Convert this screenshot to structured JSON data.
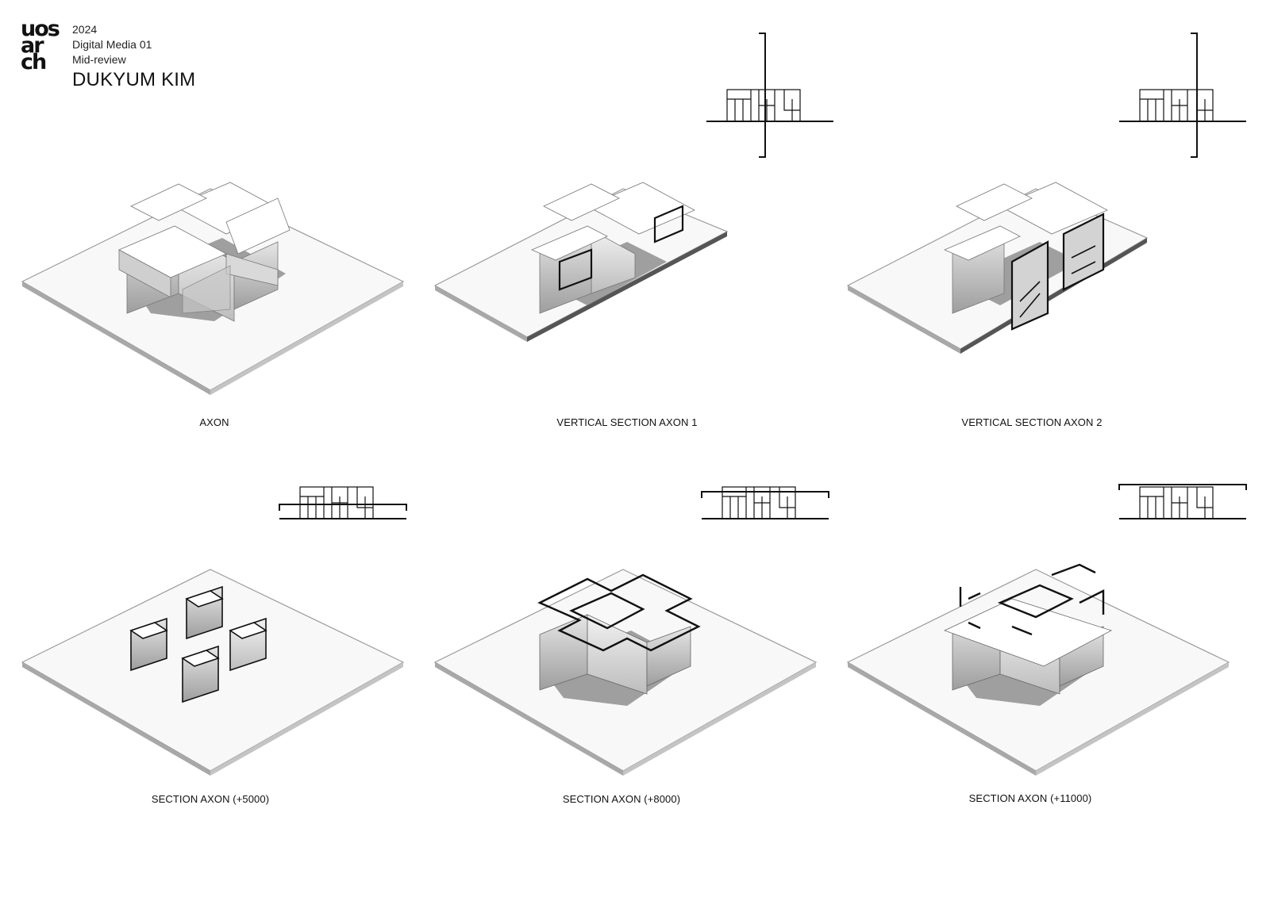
{
  "header": {
    "logo_lines": [
      "uos",
      "ar",
      "ch"
    ],
    "year": "2024",
    "course": "Digital Media 01",
    "review": "Mid-review",
    "author": "DUKYUM KIM"
  },
  "panels": [
    {
      "id": "axon",
      "caption": "AXON"
    },
    {
      "id": "vsa1",
      "caption": "VERTICAL SECTION AXON 1"
    },
    {
      "id": "vsa2",
      "caption": "VERTICAL SECTION AXON 2"
    },
    {
      "id": "sa5000",
      "caption": "SECTION AXON (+5000)"
    },
    {
      "id": "sa8000",
      "caption": "SECTION AXON (+8000)"
    },
    {
      "id": "sa11000",
      "caption": "SECTION AXON (+11000)"
    }
  ],
  "colors": {
    "ink": "#111111",
    "plate": "#f7f7f7",
    "plate_edge": "#9a9a9a",
    "shadow": "#8a8a8a",
    "glass": "#cfcfcf"
  }
}
